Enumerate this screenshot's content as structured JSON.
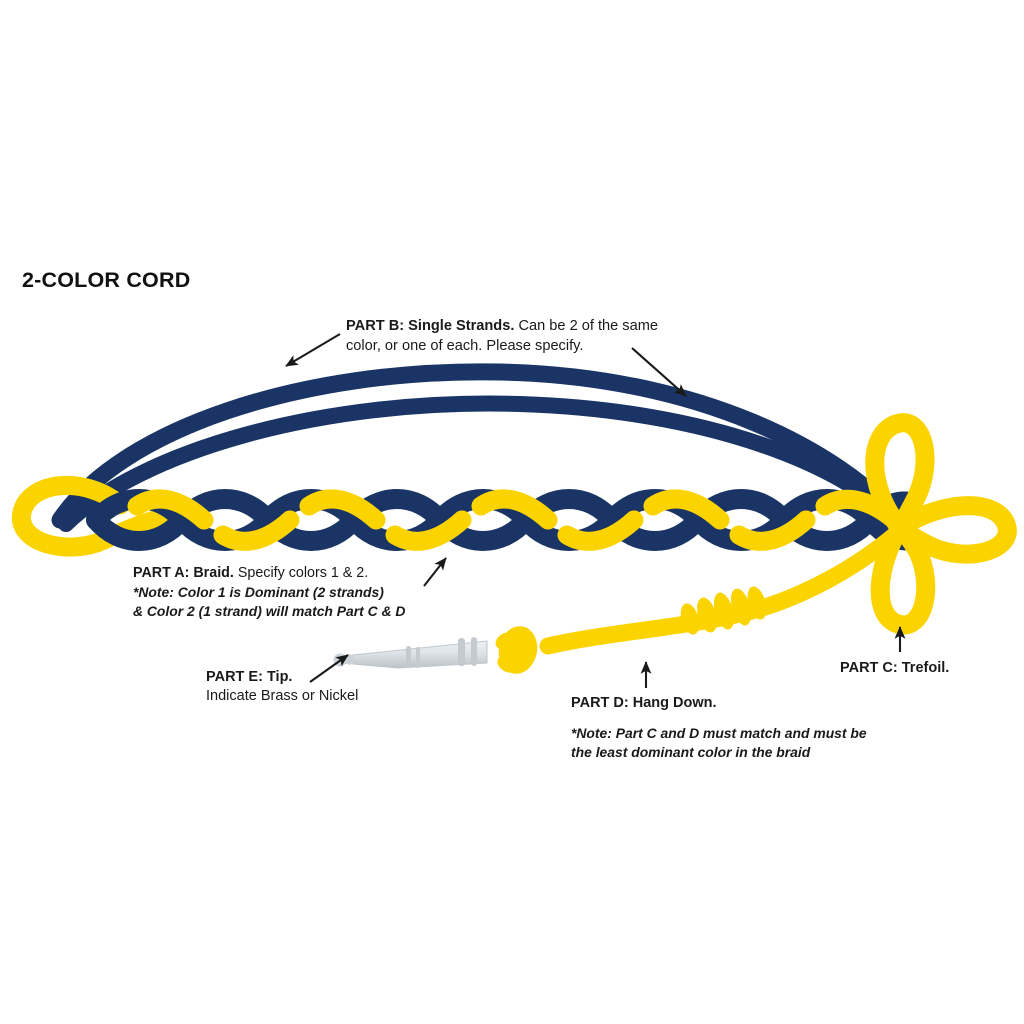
{
  "title": "2-COLOR CORD",
  "colors": {
    "navy": "#1a3565",
    "yellow": "#FBD400",
    "tip_silver": "#c9ced3",
    "tip_silver_light": "#e2e6ea",
    "text": "#1a1a1a",
    "background": "#ffffff",
    "arrow": "#1a1a1a"
  },
  "annotations": {
    "part_a": {
      "heading": "PART A: Braid.",
      "body": "Specify colors 1 & 2.",
      "note_line1": "*Note: Color 1 is Dominant (2 strands)",
      "note_line2": "& Color 2 (1 strand) will match Part C & D",
      "arrow": "arrow-up-right"
    },
    "part_b": {
      "heading": "PART B: Single Strands.",
      "body_line1": "Can be 2 of the same",
      "body_line2": "color, or one of each. Please specify.",
      "arrow_left": "arrow-down-left",
      "arrow_right": "arrow-down-right"
    },
    "part_c": {
      "heading": "PART C: Trefoil.",
      "arrow": "arrow-up"
    },
    "part_d": {
      "heading": "PART D: Hang Down.",
      "note_line1": "*Note: Part C and D must match and must be",
      "note_line2": "the least dominant color in the braid",
      "arrow": "arrow-up"
    },
    "part_e": {
      "heading": "PART E: Tip.",
      "body": "Indicate Brass or Nickel",
      "arrow": "arrow-up-right"
    }
  },
  "diagram": {
    "braid": {
      "type": "3-strand-flat-braid",
      "dominant_color_strands": 2,
      "dominant_color": "#1a3565",
      "accent_color_strands": 1,
      "accent_color": "#FBD400",
      "crossings": 11
    },
    "single_strands": {
      "count": 2,
      "color": "#1a3565"
    },
    "trefoil": {
      "loops": 3,
      "color": "#FBD400"
    },
    "hang_down": {
      "color": "#FBD400",
      "knot_wraps": 5
    },
    "tip": {
      "finish_options": [
        "Brass",
        "Nickel"
      ],
      "color": "#c9ced3"
    },
    "left_loop": {
      "color": "#FBD400"
    }
  }
}
